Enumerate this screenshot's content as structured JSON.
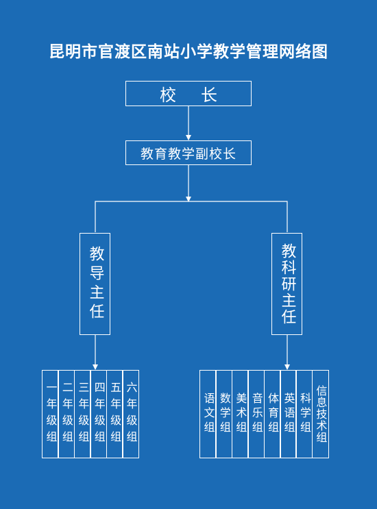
{
  "title": "昆明市官渡区南站小学教学管理网络图",
  "principal": "校长",
  "vice_principal": "教育教学副校长",
  "teaching_director": "教导主任",
  "research_director": "教科研主任",
  "grade_groups": [
    "一年级组",
    "二年级组",
    "三年级组",
    "四年级组",
    "五年级组",
    "六年级组"
  ],
  "subject_groups": [
    "语文组",
    "数学组",
    "美术组",
    "音乐组",
    "体育组",
    "英语组",
    "科学组",
    "信息技术组"
  ],
  "colors": {
    "background": "#1b6bb5",
    "lines": "#ffffff"
  }
}
